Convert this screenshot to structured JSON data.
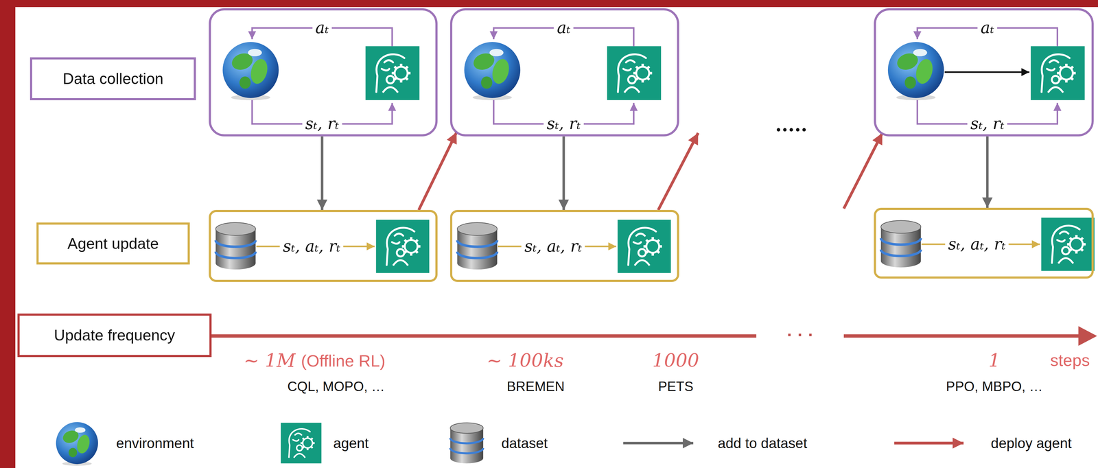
{
  "diagram": {
    "nodes": [
      {
        "text": [
          "Data collection"
        ]
      },
      {
        "text": [
          "Agent update"
        ]
      },
      {
        "text": [
          "Update frequency"
        ]
      },
      {
        "text": [
          "aₜ",
          "sₜ, rₜ"
        ]
      },
      {
        "text": [
          "aₜ",
          "sₜ, rₜ"
        ]
      },
      {
        "text": [
          "aₜ",
          "sₜ, rₜ"
        ]
      },
      {
        "text": [
          "sₜ, aₜ, rₜ"
        ]
      },
      {
        "text": [
          "sₜ, aₜ, rₜ"
        ]
      },
      {
        "text": [
          "sₜ, aₜ, rₜ"
        ]
      }
    ],
    "edges": [
      {
        "from": 3,
        "to": 6,
        "arrow": "to"
      },
      {
        "from": 4,
        "to": 7,
        "arrow": "to"
      },
      {
        "from": 5,
        "to": 8,
        "arrow": "to"
      },
      {
        "from": 6,
        "to": 4,
        "arrow": "to"
      }
    ],
    "labels": [
      ".....",
      "· · ·",
      "∼ 1M",
      "(Offline RL)",
      "CQL, MOPO, …",
      "∼ 100ks",
      "BREMEN",
      "1000",
      "PETS",
      "1",
      "steps",
      "PPO, MBPO, …"
    ],
    "legend": [
      {
        "text": "environment"
      },
      {
        "text": "agent"
      },
      {
        "text": "dataset"
      },
      {
        "text": "add to dataset"
      },
      {
        "text": "deploy agent"
      }
    ]
  }
}
